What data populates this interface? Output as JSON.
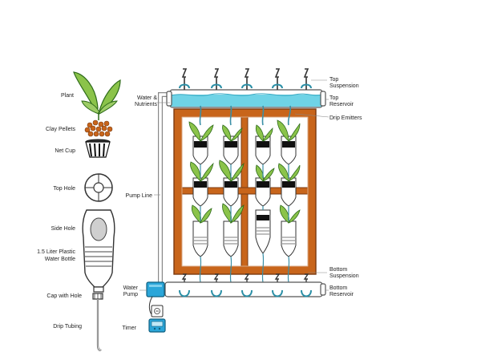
{
  "labels": {
    "plant": "Plant",
    "clay_pellets": "Clay Pellets",
    "net_cup": "Net Cup",
    "top_hole": "Top Hole",
    "side_hole": "Side Hole",
    "bottle_line1": "1.5 Liter Plastic",
    "bottle_line2": "Water Bottle",
    "cap_with_hole": "Cap with Hole",
    "drip_tubing": "Drip Tubing",
    "water_nutrients_line1": "Water &",
    "water_nutrients_line2": "Nutrients",
    "pump_line": "Pump Line",
    "water_pump_line1": "Water",
    "water_pump_line2": "Pump",
    "timer": "Timer",
    "top_suspension_line1": "Top",
    "top_suspension_line2": "Suspension",
    "top_reservoir_line1": "Top",
    "top_reservoir_line2": "Reservoir",
    "drip_emitters": "Drip Emitters",
    "bottom_suspension_line1": "Bottom",
    "bottom_suspension_line2": "Suspension",
    "bottom_reservoir_line1": "Bottom",
    "bottom_reservoir_line2": "Reservoir"
  },
  "colors": {
    "frame": "#c8651b",
    "frame_dark": "#7a3a10",
    "frame_inner": "#f0c3a0",
    "water": "#6fd3e6",
    "pump": "#2ba6d9",
    "leaf": "#8bc34a",
    "leaf_dark": "#2e6b1a",
    "pellet": "#c8651b",
    "tube": "#3a8fa6"
  }
}
